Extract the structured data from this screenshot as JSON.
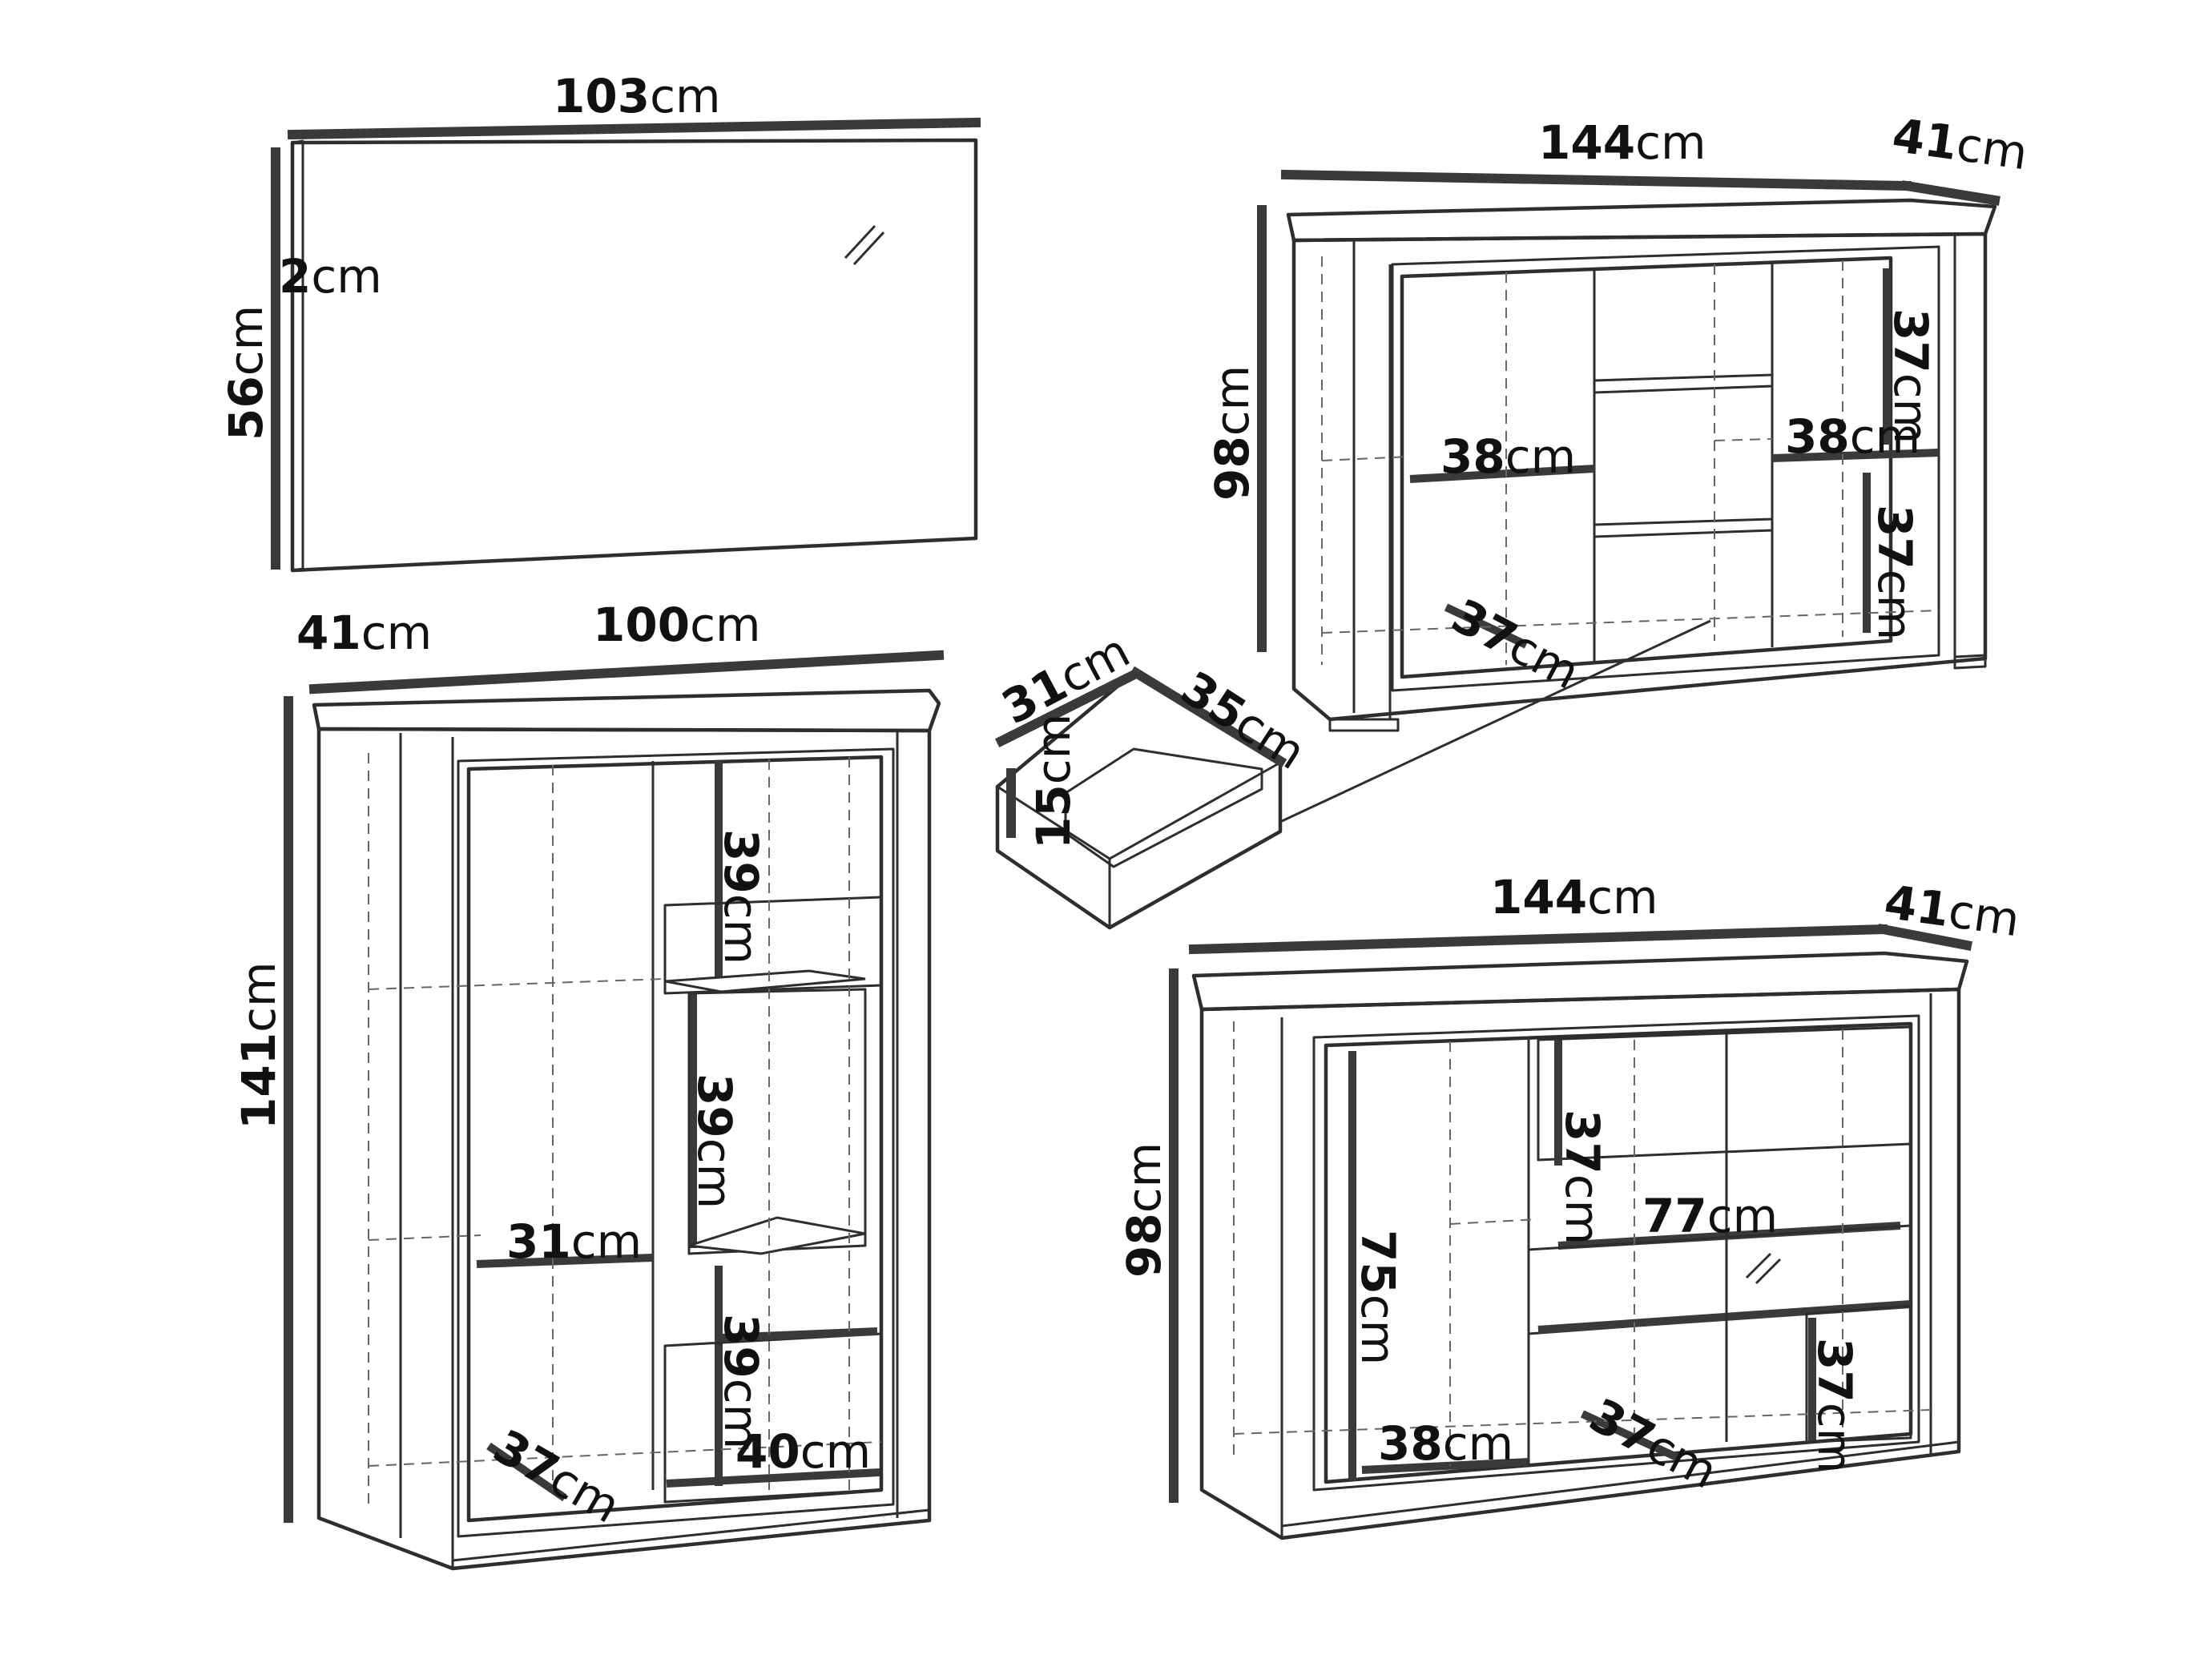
{
  "units": "cm",
  "mirror": {
    "width": "103",
    "height": "56",
    "depth": "2"
  },
  "sideboard_top": {
    "width": "144",
    "depth": "41",
    "height": "98",
    "left_shelf": "38",
    "right_shelf": "38",
    "right_upper": "37",
    "right_lower": "37",
    "interior_depth": "37"
  },
  "drawer": {
    "depth": "31",
    "width": "35",
    "height": "15"
  },
  "display_cabinet": {
    "depth": "41",
    "width": "100",
    "height": "141",
    "shelf_width": "31",
    "interior_depth": "37",
    "compartment_1": "39",
    "compartment_2": "39",
    "compartment_3": "39",
    "lower_width": "40"
  },
  "sideboard_bottom": {
    "width": "144",
    "depth": "41",
    "height": "98",
    "left_height": "75",
    "left_width": "38",
    "center_upper": "37",
    "center_width": "77",
    "interior_depth": "37",
    "right_lower": "37"
  }
}
